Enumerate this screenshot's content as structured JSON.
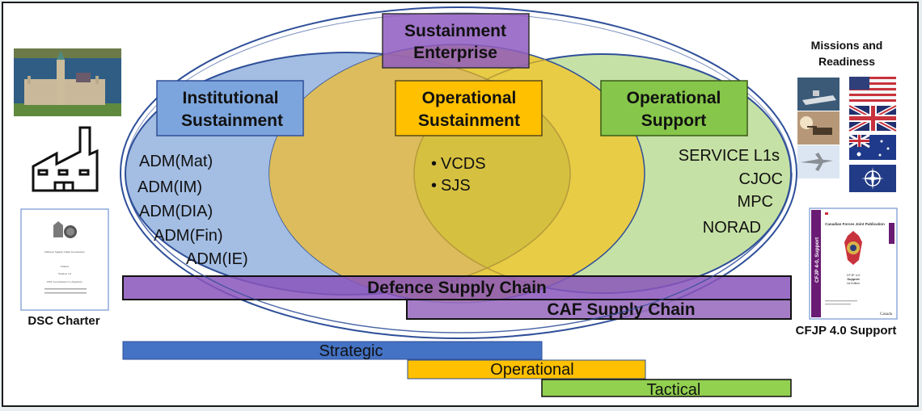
{
  "title_box": {
    "line1": "Sustainment",
    "line2": "Enterprise"
  },
  "domains": [
    {
      "id": "institutional",
      "line1": "Institutional",
      "line2": "Sustainment",
      "color": "#8eb4e3",
      "members": [
        "ADM(Mat)",
        "ADM(IM)",
        "ADM(DIA)",
        "ADM(Fin)",
        "ADM(IE)"
      ]
    },
    {
      "id": "operational-sustainment",
      "line1": "Operational",
      "line2": "Sustainment",
      "color": "#ffc000",
      "members": [
        "VCDS",
        "SJS"
      ]
    },
    {
      "id": "operational-support",
      "line1": "Operational",
      "line2": "Support",
      "color": "#92d050",
      "members": [
        "SERVICE L1s",
        "CJOC",
        "MPC",
        "NORAD"
      ]
    }
  ],
  "supply_chains": [
    {
      "label": "Defence Supply Chain",
      "color": "#7f4fb5"
    },
    {
      "label": "CAF Supply Chain",
      "color": "#9b6fc0"
    }
  ],
  "levels": [
    {
      "label": "Strategic",
      "color": "#4472c4"
    },
    {
      "label": "Operational",
      "color": "#ffc000"
    },
    {
      "label": "Tactical",
      "color": "#92d050"
    }
  ],
  "left_panel": {
    "parliament_image": "parliament-building-photo",
    "factory_icon": "factory-icon",
    "charter_doc": {
      "lines": [
        "Defence Supply Chain Governance",
        "Charter",
        "Version 1.0",
        "DSC Governance Co-Sponsors"
      ],
      "caption": "DSC Charter"
    }
  },
  "right_panel": {
    "heading_line1": "Missions and",
    "heading_line2": "Readiness",
    "photos": [
      "navy-ship-photo",
      "army-tank-photo",
      "fighter-jet-photo"
    ],
    "flags": [
      "usa-flag",
      "uk-flag",
      "australia-flag",
      "nato-flag"
    ],
    "cfjp_doc": {
      "spine": "CFJP 4-0, Support",
      "header": "Canadian Forces Joint Publication",
      "title1": "CFJP 4-0",
      "title2": "Support",
      "edition": "1st Edition",
      "wordmark": "Canada",
      "caption": "CFJP 4.0 Support"
    }
  }
}
